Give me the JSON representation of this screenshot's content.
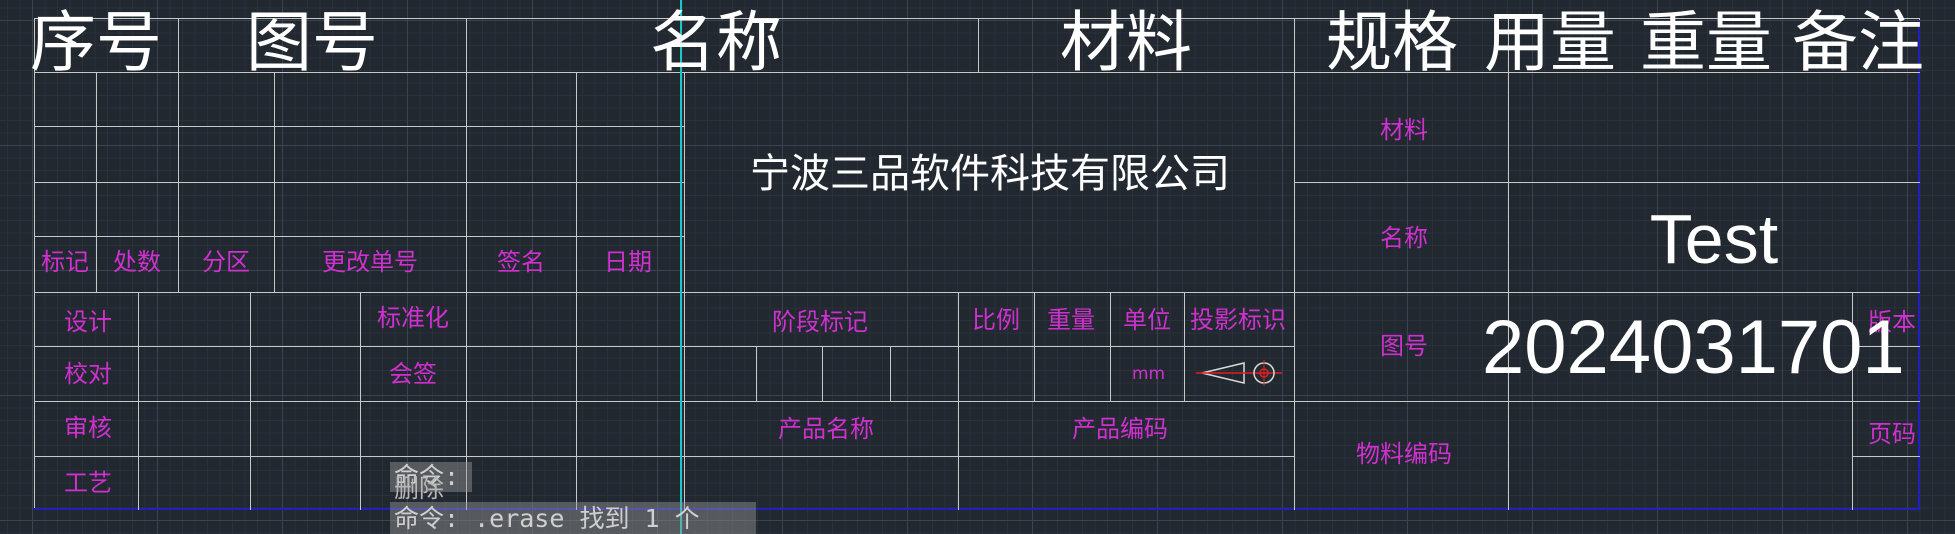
{
  "header": {
    "seq_no": "序号",
    "drawing_no": "图号",
    "name": "名称",
    "material": "材料",
    "spec": "规格",
    "qty": "用量",
    "weight": "重量",
    "remark": "备注"
  },
  "revision": {
    "mark": "标记",
    "count": "处数",
    "zone": "分区",
    "change_no": "更改单号",
    "sign": "签名",
    "date": "日期"
  },
  "approvals": {
    "design": "设计",
    "check": "校对",
    "review": "审核",
    "process": "工艺",
    "standardize": "标准化",
    "countersign": "会签"
  },
  "title_block": {
    "company": "宁波三品软件科技有限公司",
    "stage_mark": "阶段标记",
    "scale": "比例",
    "weight": "重量",
    "unit": "单位",
    "unit_value": "mm",
    "projection": "投影标识",
    "product_name": "产品名称",
    "product_code": "产品编码"
  },
  "right_block": {
    "material": "材料",
    "name": "名称",
    "drawing_no": "图号",
    "material_code": "物料编码",
    "version": "版本",
    "page_no": "页码",
    "name_value": "Test",
    "drawing_no_value": "2024031701"
  },
  "command_line": {
    "line1": "命令:",
    "line2_overlay": "删除",
    "line3": "命令:  .erase 找到 1 个"
  },
  "colors": {
    "background": "#212830",
    "line": "#c8c8c8",
    "label": "#d030d0",
    "accent_cyan": "#19c8c8",
    "frame_blue": "#2020c0"
  }
}
